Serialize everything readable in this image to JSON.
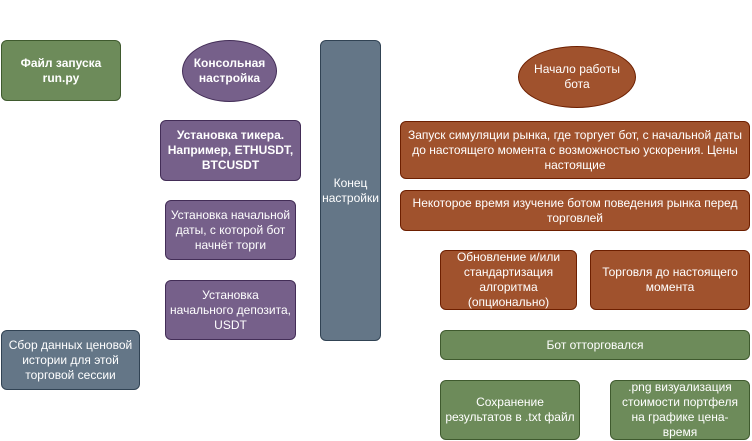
{
  "nodes": {
    "run_file": "Файл запуска run.py",
    "console_setup": "Консольная настройка",
    "ticker": "Установка тикера. Например, ETHUSDT, BTCUSDT",
    "start_date": "Установка начальной даты, с которой бот начнёт торги",
    "deposit": "Установка начального депозита, USDT",
    "collect_data": "Сбор данных ценовой истории для этой торговой сессии",
    "end_setup": "Конец настройки",
    "bot_start": "Начало работы бота",
    "simulation": "Запуск симуляции рынка, где торгует бот, с начальной даты до настоящего момента с возможностью ускорения. Цены настоящие",
    "study": "Некоторое время изучение ботом поведения рынка перед торговлей",
    "update_algo": "Обновление и/или стандартизация алгоритма (опционально)",
    "trade_now": "Торговля до настоящего момента",
    "bot_done": "Бот отторговался",
    "save_txt": "Сохранение результатов в .txt файл",
    "png_viz": ".png визуализация стоимости портфеля на графике цена-время"
  },
  "colors": {
    "green": "#6d8b5a",
    "purple": "#76608a",
    "slate": "#647687",
    "orange": "#a0522d"
  }
}
